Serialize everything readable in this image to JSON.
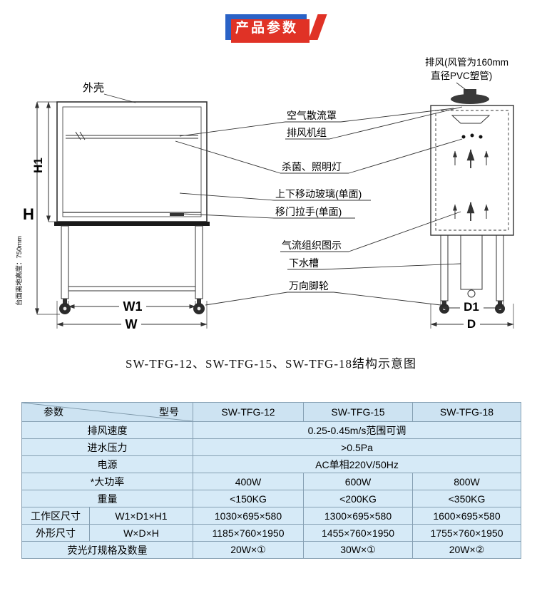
{
  "badge": {
    "label": "产品参数"
  },
  "diagram": {
    "caption": "SW-TFG-12、SW-TFG-15、SW-TFG-18结构示意图",
    "housing_label": "外壳",
    "exhaust_note_line1": "排风(风管为160mm",
    "exhaust_note_line2": "直径PVC塑管)",
    "part_labels": {
      "air_diffuser": "空气散流罩",
      "exhaust_fan_unit": "排风机组",
      "uv_light": "杀菌、照明灯",
      "moving_glass": "上下移动玻璃(单面)",
      "door_handle": "移门拉手(单面)",
      "airflow_diagram": "气流组织图示",
      "drain_sink": "下水槽",
      "caster": "万向脚轮"
    },
    "dimensions": {
      "H": "H",
      "H1": "H1",
      "W": "W",
      "W1": "W1",
      "D": "D",
      "D1": "D1",
      "worktop_height": "台面离地高度：750mm"
    }
  },
  "table": {
    "corner": {
      "param": "参数",
      "model": "型号"
    },
    "models": [
      "SW-TFG-12",
      "SW-TFG-15",
      "SW-TFG-18"
    ],
    "rows": [
      {
        "label": "排风速度",
        "merged": "0.25-0.45m/s范围可调"
      },
      {
        "label": "进水压力",
        "merged": ">0.5Pa"
      },
      {
        "label": "电源",
        "merged": "AC单相220V/50Hz"
      },
      {
        "label": "*大功率",
        "values": [
          "400W",
          "600W",
          "800W"
        ]
      },
      {
        "label": "重量",
        "values": [
          "<150KG",
          "<200KG",
          "<350KG"
        ]
      },
      {
        "label": "工作区尺寸",
        "sublabel": "W1×D1×H1",
        "values": [
          "1030×695×580",
          "1300×695×580",
          "1600×695×580"
        ]
      },
      {
        "label": "外形尺寸",
        "sublabel": "W×D×H",
        "values": [
          "1185×760×1950",
          "1455×760×1950",
          "1755×760×1950"
        ]
      },
      {
        "label": "荧光灯规格及数量",
        "values": [
          "20W×①",
          "30W×①",
          "20W×②"
        ]
      }
    ]
  }
}
